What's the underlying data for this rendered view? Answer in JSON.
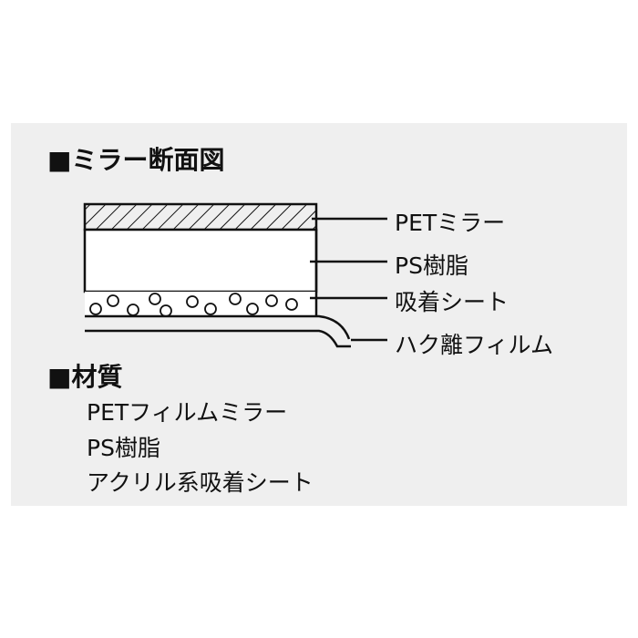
{
  "section_cross": {
    "title": "■ミラー断面図"
  },
  "layers": [
    {
      "label": "PETミラー"
    },
    {
      "label": "PS樹脂"
    },
    {
      "label": "吸着シート"
    },
    {
      "label": "ハク離フィルム"
    }
  ],
  "section_material": {
    "title": "■材質",
    "items": [
      "PETフィルムミラー",
      "PS樹脂",
      "アクリル系吸着シート"
    ]
  }
}
